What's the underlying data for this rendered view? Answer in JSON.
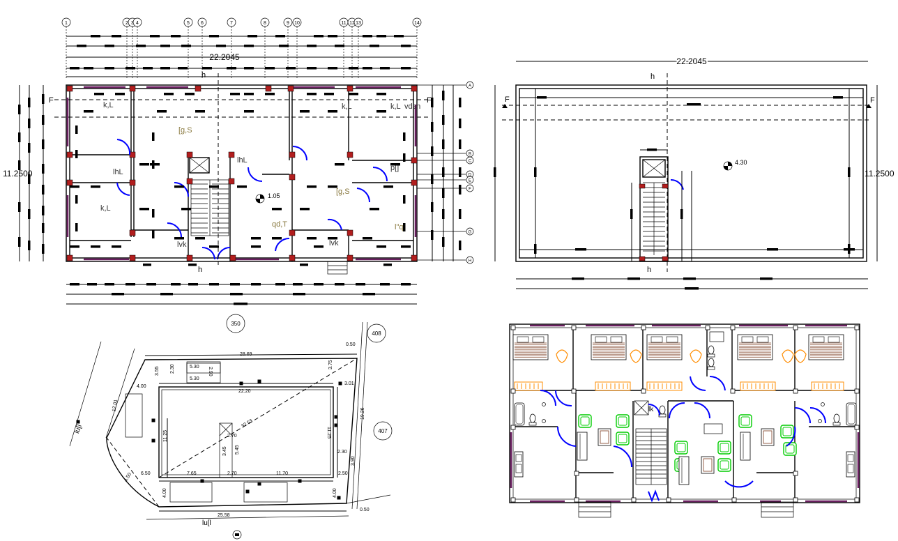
{
  "plan_top_left": {
    "overall_width": "22.2045",
    "overall_depth": "11.2500",
    "grid_columns": [
      "1",
      "2",
      "3",
      "4",
      "5",
      "6",
      "7",
      "8",
      "9",
      "10",
      "11",
      "12",
      "13",
      "14"
    ],
    "grid_rows": [
      "A",
      "B",
      "C",
      "D",
      "E",
      "F",
      "G",
      "H"
    ],
    "section_marker": "h",
    "section_marker_alt": "F",
    "level": "1.05",
    "room_labels": [
      "k,L",
      "k,L",
      "k,L",
      "k,L",
      "[g,S",
      "[g,S",
      "lhL",
      "lhL",
      "qd,T",
      "p[]",
      "l\"q",
      "lvk",
      "lvk",
      "vdsn"
    ]
  },
  "plan_top_right": {
    "overall_width": "22.2045",
    "overall_depth": "11.2500",
    "section_marker": "h",
    "section_marker_side": "F",
    "level": "4.30"
  },
  "site_plan": {
    "plot_numbers": [
      "350",
      "408",
      "407"
    ],
    "dims": [
      "28.69",
      "22.20",
      "5.30",
      "5.30",
      "3.55",
      "2.30",
      "4.00",
      "12.01",
      "3.75",
      "3.01",
      "2.90",
      "11.25",
      "11.25",
      "19.26",
      "32.53",
      "2.70",
      "5.45",
      "3.45",
      "7.65",
      "2.70",
      "11.70",
      "2.50",
      "2.30",
      "3.90",
      "6.50",
      "4.00",
      "4.00",
      "25.58",
      "0.50",
      "0.50",
      "4.50"
    ],
    "road_label": "lu[l"
  },
  "furniture_plan": {
    "room_labels": [
      "lk"
    ]
  },
  "colors": {
    "ink": "#000000",
    "column": "#b21e1e",
    "door": "#0000ff",
    "window": "#6a2060",
    "chair": "#00cc00",
    "sofa_accent": "#ff8c00",
    "bed_accent": "#7a3a1e"
  }
}
